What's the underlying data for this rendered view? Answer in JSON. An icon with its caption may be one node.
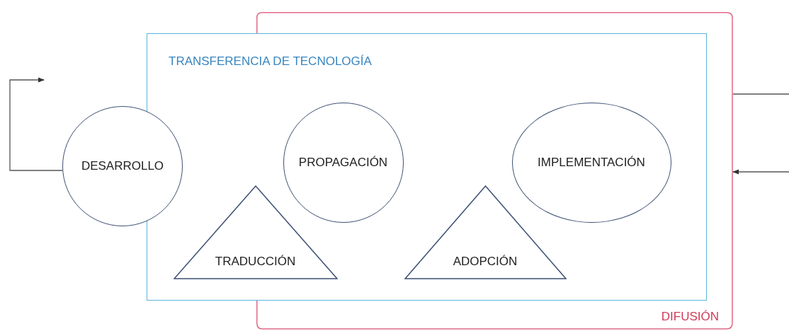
{
  "diagram": {
    "nodes": [
      {
        "text": [
          "TRANSFERENCIA DE TECNOLOGÍA"
        ]
      },
      {
        "text": [
          "DIFUSIÓN"
        ]
      },
      {
        "text": [
          "DESARROLLO"
        ]
      },
      {
        "text": [
          "PROPAGACIÓN"
        ],
        "in": 0
      },
      {
        "text": [
          "IMPLEMENTACIÓN"
        ],
        "in": 0
      },
      {
        "text": [
          "TRADUCCIÓN"
        ],
        "in": 0
      },
      {
        "text": [
          "ADOPCIÓN"
        ],
        "in": 0
      }
    ],
    "edges": [
      {
        "from": 2,
        "to": null,
        "arrow": "to"
      },
      {
        "from": 1,
        "to": null,
        "arrow": "none"
      },
      {
        "from": null,
        "to": 1,
        "arrow": "to"
      }
    ]
  }
}
